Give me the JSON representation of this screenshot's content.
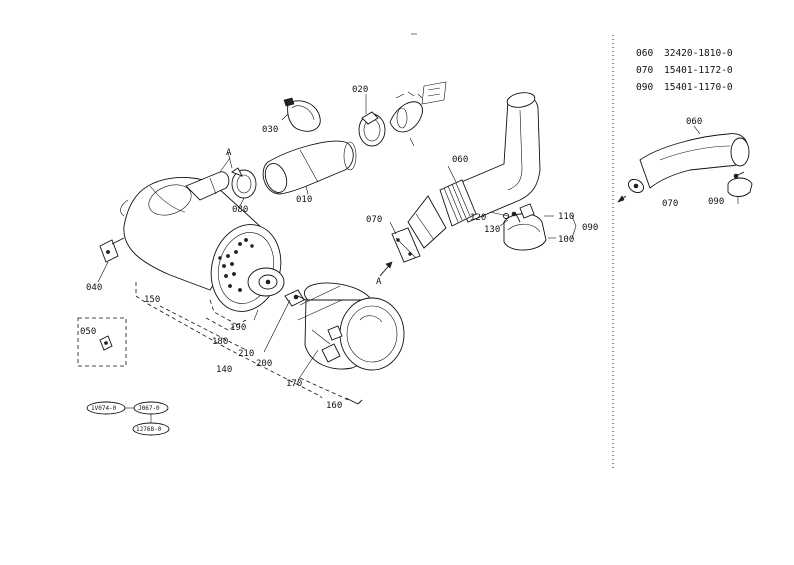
{
  "parts_table": [
    {
      "ref": "060",
      "part_no": "32420-1810-0"
    },
    {
      "ref": "070",
      "part_no": "15401-1172-0"
    },
    {
      "ref": "090",
      "part_no": "15401-1170-0"
    }
  ],
  "callouts": {
    "c010": "010",
    "c020": "020",
    "c030": "030",
    "c040": "040",
    "c050": "050",
    "c060": "060",
    "c070": "070",
    "c080": "080",
    "c090": "090",
    "c100": "100",
    "c110": "110",
    "c120": "120",
    "c130": "130",
    "c140": "140",
    "c150": "150",
    "c160": "160",
    "c170": "170",
    "c180": "180",
    "c190": "190",
    "c200": "200",
    "c210": "210",
    "inset060": "060",
    "inset070": "070",
    "inset090": "090",
    "markA1": "A",
    "markA2": "A"
  },
  "ref_bubbles": [
    "1V074-0",
    "J067-0",
    "1J768-0"
  ]
}
